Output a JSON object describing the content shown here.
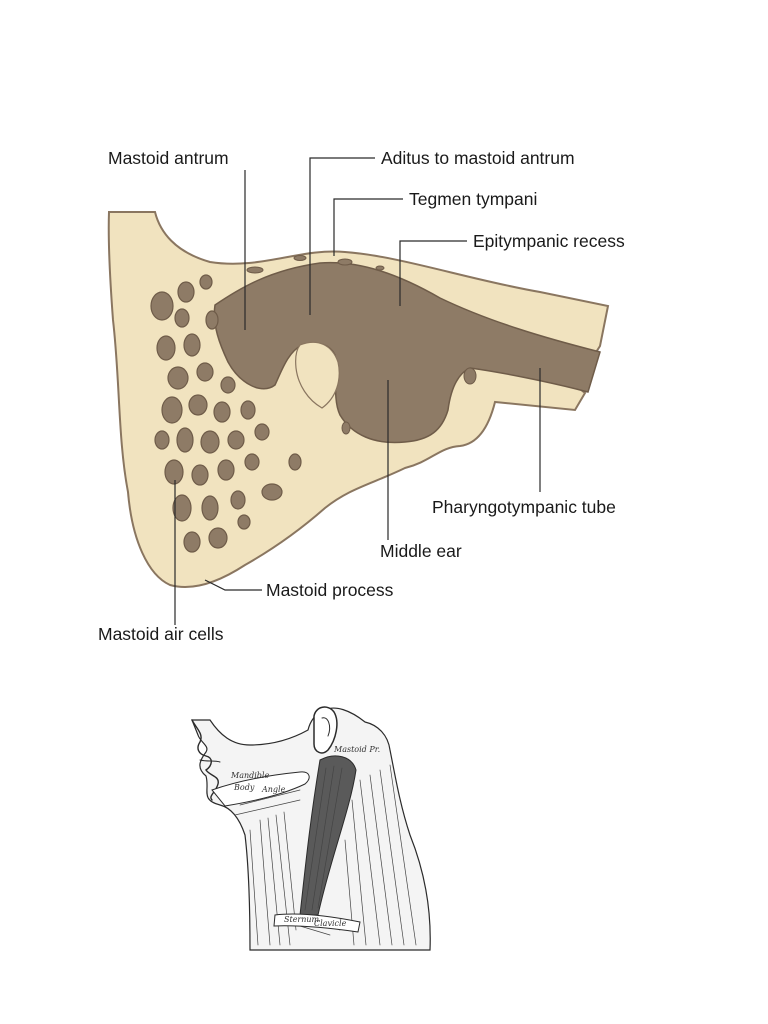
{
  "colors": {
    "bone": "#f1e3bf",
    "bone_outline": "#8a7660",
    "cavity": "#8e7b66",
    "cavity_dark": "#6f5c49",
    "leader": "#2a2a2a",
    "neck_ink": "#2b2b2b"
  },
  "ear_diagram": {
    "labels": {
      "mastoid_antrum": "Mastoid antrum",
      "aditus": "Aditus to mastoid antrum",
      "tegmen": "Tegmen tympani",
      "epitympanic": "Epitympanic recess",
      "pharyngotympanic": "Pharyngotympanic tube",
      "middle_ear": "Middle ear",
      "mastoid_process": "Mastoid process",
      "mastoid_air_cells": "Mastoid air cells"
    }
  },
  "neck_illustration": {
    "labels": {
      "mandible": "Mandible",
      "body": "Body",
      "angle": "Angle",
      "mastoid_pr": "Mastoid Pr.",
      "clavicle": "Clavicle",
      "sternum": "Sternum"
    }
  }
}
